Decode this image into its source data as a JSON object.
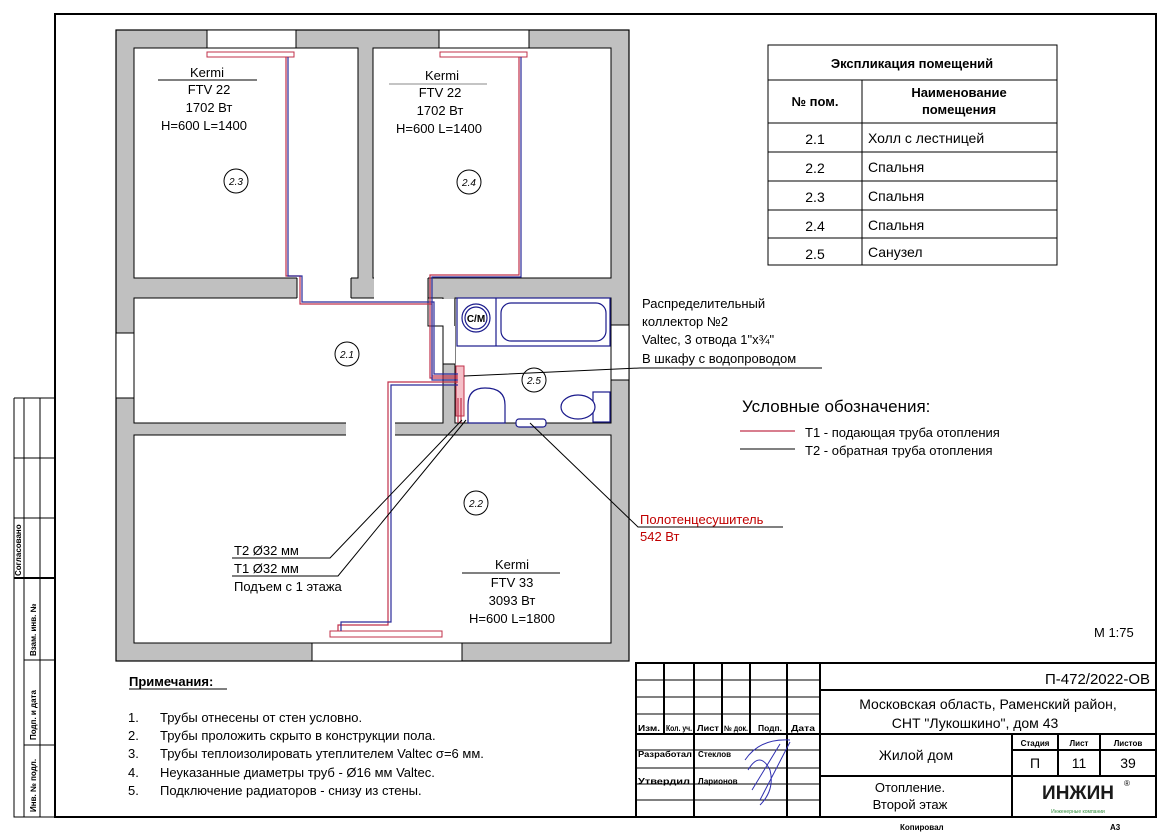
{
  "rooms": {
    "r23": {
      "label": "2.3",
      "radiator": {
        "brand": "Kermi",
        "model": "FTV 22",
        "power": "1702 Вт",
        "size": "H=600 L=1400"
      }
    },
    "r24": {
      "label": "2.4",
      "radiator": {
        "brand": "Kermi",
        "model": "FTV 22",
        "power": "1702 Вт",
        "size": "H=600 L=1400"
      }
    },
    "r21": {
      "label": "2.1"
    },
    "r25": {
      "label": "2.5",
      "washer": "С/М"
    },
    "r22": {
      "label": "2.2",
      "radiator": {
        "brand": "Kermi",
        "model": "FTV 33",
        "power": "3093 Вт",
        "size": "H=600 L=1800"
      }
    }
  },
  "collector_note": [
    "Распределительный",
    "коллектор №2",
    "Valtec, 3 отвода 1\"х¾\"",
    "В шкафу с водопроводом"
  ],
  "towel_dryer": {
    "name": "Полотенцесушитель",
    "power": "542 Вт"
  },
  "riser_note": {
    "t2": "Т2 Ø32 мм",
    "t1": "Т1 Ø32 мм",
    "rise": "Подъем с 1 этажа"
  },
  "explication": {
    "title": "Экспликация помещений",
    "col_num": "№ пом.",
    "col_name": [
      "Наименование",
      "помещения"
    ],
    "rows": [
      {
        "num": "2.1",
        "name": "Холл с лестницей"
      },
      {
        "num": "2.2",
        "name": "Спальня"
      },
      {
        "num": "2.3",
        "name": "Спальня"
      },
      {
        "num": "2.4",
        "name": "Спальня"
      },
      {
        "num": "2.5",
        "name": "Санузел"
      }
    ]
  },
  "legend": {
    "title": "Условные обозначения:",
    "items": [
      {
        "label": "Т1 - подающая труба отопления",
        "color": "#c0304a"
      },
      {
        "label": "Т2 - обратная труба отопления",
        "color": "#000000"
      }
    ]
  },
  "scale": "М 1:75",
  "notes": {
    "title": "Примечания:",
    "items": [
      {
        "n": "1.",
        "text": "Трубы отнесены от стен условно."
      },
      {
        "n": "2.",
        "text": "Трубы проложить скрыто в конструкции пола."
      },
      {
        "n": "3.",
        "text": "Трубы теплоизолировать утеплителем Valtec σ=6 мм."
      },
      {
        "n": "4.",
        "text": "Неуказанные диаметры труб - Ø16 мм Valtec."
      },
      {
        "n": "5.",
        "text": "Подключение радиаторов - снизу из стены."
      }
    ]
  },
  "stamp": {
    "code": "П-472/2022-ОВ",
    "address": [
      "Московская область, Раменский район,",
      "СНТ \"Лукошкино\", дом 43"
    ],
    "object": "Жилой дом",
    "sheet_title": [
      "Отопление.",
      "Второй этаж"
    ],
    "headers": [
      "Изм.",
      "Кол. уч.",
      "Лист",
      "№ док.",
      "Подп.",
      "Дата"
    ],
    "roles": [
      {
        "role": "Разработал",
        "name": "Стеклов"
      },
      {
        "role": "Утвердил",
        "name": "Ларионов"
      }
    ],
    "stage_label": "Стадия",
    "sheet_label": "Лист",
    "sheets_label": "Листов",
    "stage": "П",
    "sheet": "11",
    "sheets": "39",
    "logo": "ИНЖИН",
    "logo_sub": "Инженерные компании",
    "copied": "Копировал",
    "format": "А3"
  },
  "side_strip": {
    "agreed": "Согласовано",
    "fields": [
      "Взам. инв. №",
      "Подп. и дата",
      "Инв. № подл."
    ]
  }
}
